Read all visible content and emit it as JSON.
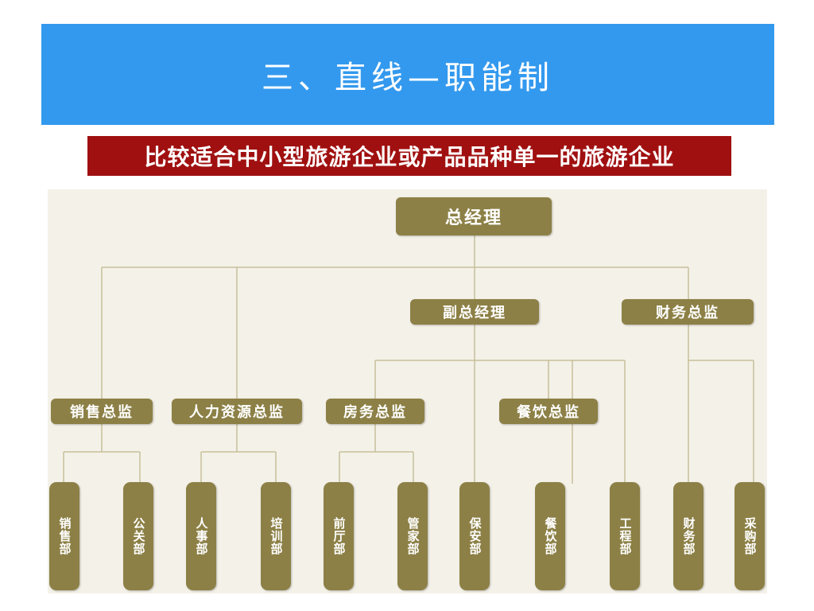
{
  "title": "三、直线—职能制",
  "subtitle": "比较适合中小型旅游企业或产品品种单一的旅游企业",
  "org": {
    "top": "总经理",
    "level2": {
      "deputy_gm": "副总经理",
      "finance_director": "财务总监"
    },
    "directors": {
      "sales": "销售总监",
      "hr": "人力资源总监",
      "rooms": "房务总监",
      "fnb": "餐饮总监"
    },
    "departments": {
      "sales": "销售部",
      "pr": "公关部",
      "personnel": "人事部",
      "training": "培训部",
      "front_office": "前厅部",
      "housekeeping": "管家部",
      "security": "保安部",
      "fnb": "餐饮部",
      "engineering": "工程部",
      "finance": "财务部",
      "purchasing": "采购部"
    }
  },
  "colors": {
    "title_bar": "#3399ee",
    "subtitle_bg": "#a01010",
    "box": "#8c8046",
    "line": "#c7bf9a",
    "chart_bg": "#f4f1e8"
  }
}
